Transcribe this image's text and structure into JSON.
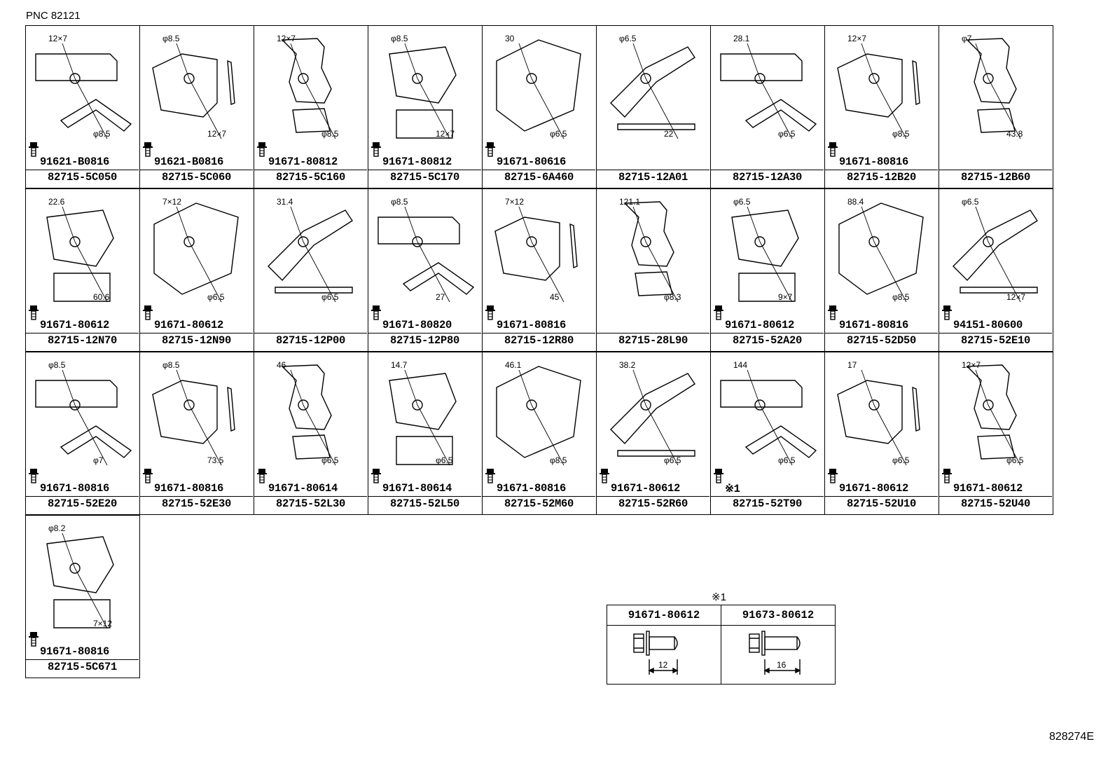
{
  "header": {
    "pnc_label": "PNC 82121",
    "figure_ref": "828274E"
  },
  "parts": [
    {
      "part": "82715-5C050",
      "bolt": "91621-B0816",
      "dims": [
        "12×7",
        "φ8.5"
      ]
    },
    {
      "part": "82715-5C060",
      "bolt": "91621-B0816",
      "dims": [
        "φ8.5",
        "12×7"
      ]
    },
    {
      "part": "82715-5C160",
      "bolt": "91671-80812",
      "dims": [
        "12×7",
        "φ8.5"
      ]
    },
    {
      "part": "82715-5C170",
      "bolt": "91671-80812",
      "dims": [
        "φ8.5",
        "12×7"
      ]
    },
    {
      "part": "82715-6A460",
      "bolt": "91671-80616",
      "dims": [
        "30",
        "φ6.5"
      ]
    },
    {
      "part": "82715-12A01",
      "bolt": "",
      "dims": [
        "φ6.5",
        "22"
      ]
    },
    {
      "part": "82715-12A30",
      "bolt": "",
      "dims": [
        "28.1",
        "φ6.5"
      ]
    },
    {
      "part": "82715-12B20",
      "bolt": "91671-80816",
      "dims": [
        "12×7",
        "φ8.5"
      ]
    },
    {
      "part": "82715-12B60",
      "bolt": "",
      "dims": [
        "φ7",
        "43.8"
      ]
    },
    {
      "part": "82715-12N70",
      "bolt": "91671-80612",
      "dims": [
        "22.6",
        "60.6"
      ]
    },
    {
      "part": "82715-12N90",
      "bolt": "91671-80612",
      "dims": [
        "7×12",
        "φ6.5"
      ]
    },
    {
      "part": "82715-12P00",
      "bolt": "",
      "dims": [
        "31.4",
        "φ6.5"
      ]
    },
    {
      "part": "82715-12P80",
      "bolt": "91671-80820",
      "dims": [
        "φ8.5",
        "27"
      ]
    },
    {
      "part": "82715-12R80",
      "bolt": "91671-80816",
      "dims": [
        "7×12",
        "45"
      ]
    },
    {
      "part": "82715-28L90",
      "bolt": "",
      "dims": [
        "121.1",
        "φ8.3"
      ]
    },
    {
      "part": "82715-52A20",
      "bolt": "91671-80612",
      "dims": [
        "φ6.5",
        "9×7"
      ]
    },
    {
      "part": "82715-52D50",
      "bolt": "91671-80816",
      "dims": [
        "88.4",
        "φ8.5"
      ]
    },
    {
      "part": "82715-52E10",
      "bolt": "94151-80600",
      "dims": [
        "φ6.5",
        "12×7"
      ]
    },
    {
      "part": "82715-52E20",
      "bolt": "91671-80816",
      "dims": [
        "φ8.5",
        "φ7"
      ]
    },
    {
      "part": "82715-52E30",
      "bolt": "91671-80816",
      "dims": [
        "φ8.5",
        "73.5"
      ]
    },
    {
      "part": "82715-52L30",
      "bolt": "91671-80614",
      "dims": [
        "46",
        "φ6.5"
      ]
    },
    {
      "part": "82715-52L50",
      "bolt": "91671-80614",
      "dims": [
        "14.7",
        "φ6.5"
      ]
    },
    {
      "part": "82715-52M60",
      "bolt": "91671-80816",
      "dims": [
        "46.1",
        "φ8.5"
      ]
    },
    {
      "part": "82715-52R60",
      "bolt": "91671-80612",
      "dims": [
        "38.2",
        "φ6.5"
      ]
    },
    {
      "part": "82715-52T90",
      "bolt": "※1",
      "dims": [
        "144",
        "φ6.5"
      ]
    },
    {
      "part": "82715-52U10",
      "bolt": "91671-80612",
      "dims": [
        "17",
        "φ6.5"
      ]
    },
    {
      "part": "82715-52U40",
      "bolt": "91671-80612",
      "dims": [
        "12×7",
        "φ6.5"
      ]
    },
    {
      "part": "82715-5C671",
      "bolt": "91671-80816",
      "dims": [
        "φ8.2",
        "7×12"
      ]
    }
  ],
  "note": {
    "mark": "※1",
    "bolts": [
      {
        "part": "91671-80612",
        "length": "12"
      },
      {
        "part": "91673-80612",
        "length": "16"
      }
    ]
  }
}
